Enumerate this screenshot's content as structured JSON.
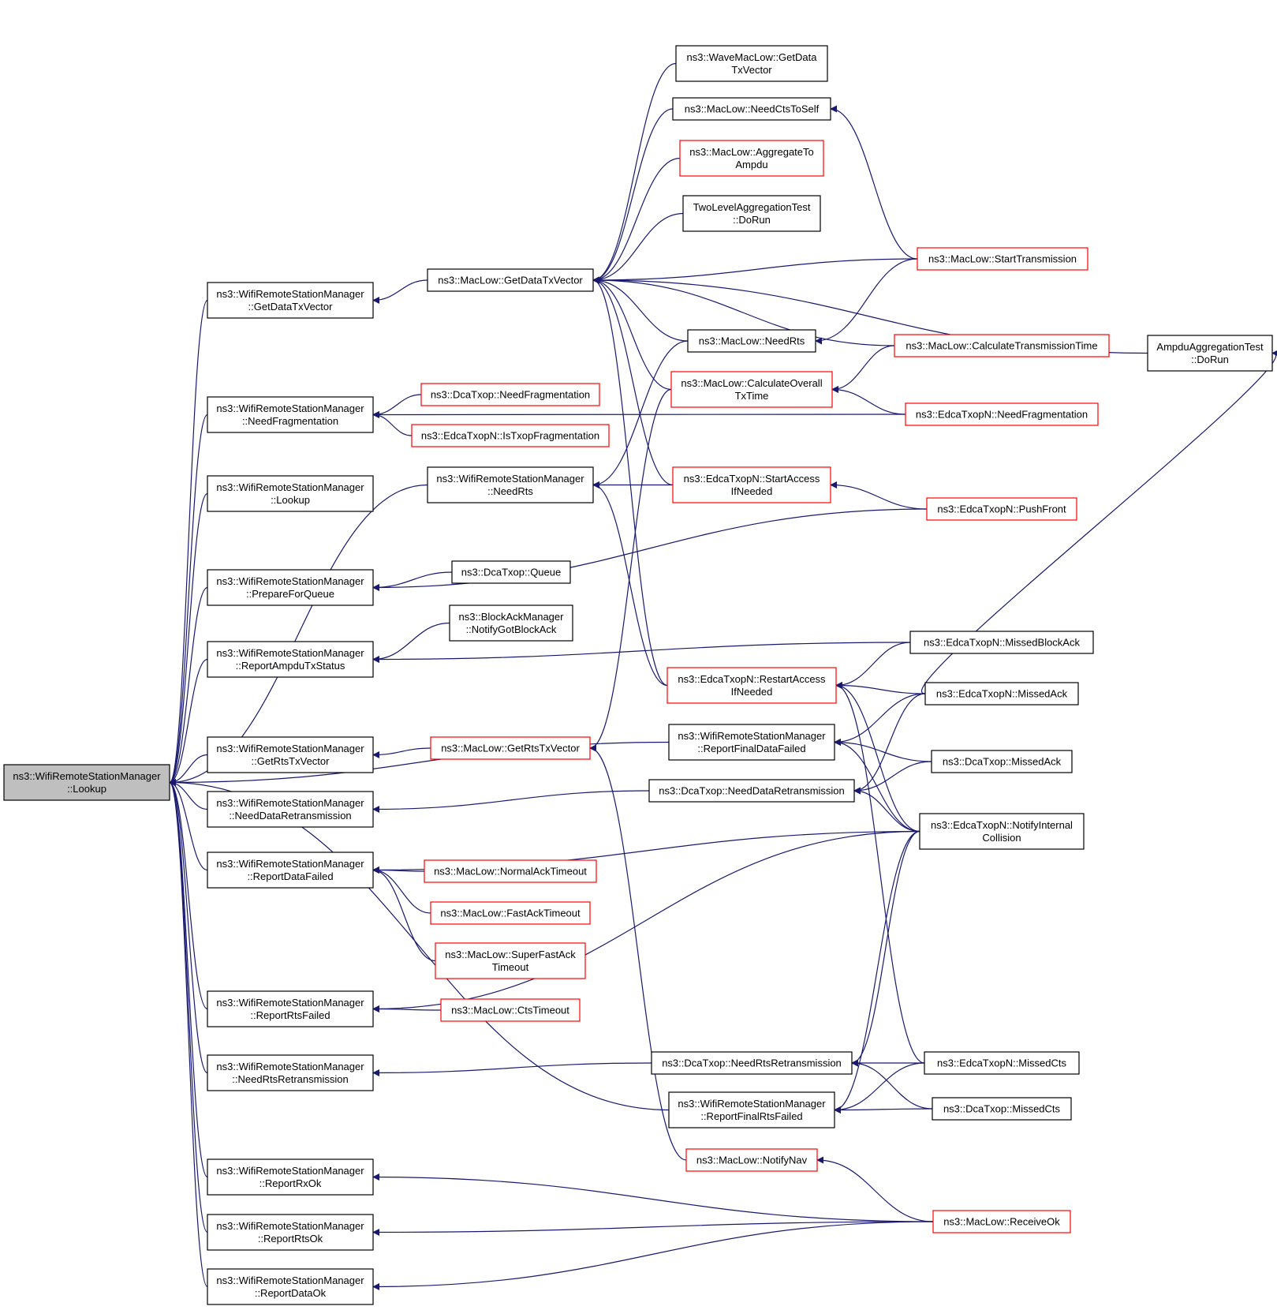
{
  "nodes": [
    {
      "id": "root",
      "lines": [
        "ns3::WifiRemoteStationManager",
        "::Lookup"
      ],
      "border": "gray"
    },
    {
      "id": "wrsm_getdatatx",
      "lines": [
        "ns3::WifiRemoteStationManager",
        "::GetDataTxVector"
      ],
      "border": "black"
    },
    {
      "id": "wrsm_needfrag",
      "lines": [
        "ns3::WifiRemoteStationManager",
        "::NeedFragmentation"
      ],
      "border": "black"
    },
    {
      "id": "wrsm_lookup",
      "lines": [
        "ns3::WifiRemoteStationManager",
        "::Lookup"
      ],
      "border": "black"
    },
    {
      "id": "wrsm_prepq",
      "lines": [
        "ns3::WifiRemoteStationManager",
        "::PrepareForQueue"
      ],
      "border": "black"
    },
    {
      "id": "wrsm_ampdu",
      "lines": [
        "ns3::WifiRemoteStationManager",
        "::ReportAmpduTxStatus"
      ],
      "border": "black"
    },
    {
      "id": "wrsm_getrts",
      "lines": [
        "ns3::WifiRemoteStationManager",
        "::GetRtsTxVector"
      ],
      "border": "black"
    },
    {
      "id": "wrsm_needdataretx",
      "lines": [
        "ns3::WifiRemoteStationManager",
        "::NeedDataRetransmission"
      ],
      "border": "black"
    },
    {
      "id": "wrsm_repdatafail",
      "lines": [
        "ns3::WifiRemoteStationManager",
        "::ReportDataFailed"
      ],
      "border": "black"
    },
    {
      "id": "wrsm_reprtsfail",
      "lines": [
        "ns3::WifiRemoteStationManager",
        "::ReportRtsFailed"
      ],
      "border": "black"
    },
    {
      "id": "wrsm_needrtsretx",
      "lines": [
        "ns3::WifiRemoteStationManager",
        "::NeedRtsRetransmission"
      ],
      "border": "black"
    },
    {
      "id": "wrsm_reprxok",
      "lines": [
        "ns3::WifiRemoteStationManager",
        "::ReportRxOk"
      ],
      "border": "black"
    },
    {
      "id": "wrsm_reprtsok",
      "lines": [
        "ns3::WifiRemoteStationManager",
        "::ReportRtsOk"
      ],
      "border": "black"
    },
    {
      "id": "wrsm_repdataok",
      "lines": [
        "ns3::WifiRemoteStationManager",
        "::ReportDataOk"
      ],
      "border": "black"
    },
    {
      "id": "maclow_getdatatx",
      "lines": [
        "ns3::MacLow::GetDataTxVector"
      ],
      "border": "black"
    },
    {
      "id": "dca_needfrag",
      "lines": [
        "ns3::DcaTxop::NeedFragmentation"
      ],
      "border": "red"
    },
    {
      "id": "edca_istxopfrag",
      "lines": [
        "ns3::EdcaTxopN::IsTxopFragmentation"
      ],
      "border": "red"
    },
    {
      "id": "wrsm_needrts",
      "lines": [
        "ns3::WifiRemoteStationManager",
        "::NeedRts"
      ],
      "border": "black"
    },
    {
      "id": "dca_queue",
      "lines": [
        "ns3::DcaTxop::Queue"
      ],
      "border": "black"
    },
    {
      "id": "bam_notify",
      "lines": [
        "ns3::BlockAckManager",
        "::NotifyGotBlockAck"
      ],
      "border": "black"
    },
    {
      "id": "maclow_getrtstx",
      "lines": [
        "ns3::MacLow::GetRtsTxVector"
      ],
      "border": "red"
    },
    {
      "id": "maclow_normalack",
      "lines": [
        "ns3::MacLow::NormalAckTimeout"
      ],
      "border": "red"
    },
    {
      "id": "maclow_fastack",
      "lines": [
        "ns3::MacLow::FastAckTimeout"
      ],
      "border": "red"
    },
    {
      "id": "maclow_superfast",
      "lines": [
        "ns3::MacLow::SuperFastAck",
        "Timeout"
      ],
      "border": "red"
    },
    {
      "id": "maclow_ctstimeout",
      "lines": [
        "ns3::MacLow::CtsTimeout"
      ],
      "border": "red"
    },
    {
      "id": "wave_getdata",
      "lines": [
        "ns3::WaveMacLow::GetData",
        "TxVector"
      ],
      "border": "black"
    },
    {
      "id": "maclow_needcts",
      "lines": [
        "ns3::MacLow::NeedCtsToSelf"
      ],
      "border": "black"
    },
    {
      "id": "maclow_aggregate",
      "lines": [
        "ns3::MacLow::AggregateTo",
        "Ampdu"
      ],
      "border": "red"
    },
    {
      "id": "twolevel_dorun",
      "lines": [
        "TwoLevelAggregationTest",
        "::DoRun"
      ],
      "border": "black"
    },
    {
      "id": "maclow_needrts",
      "lines": [
        "ns3::MacLow::NeedRts"
      ],
      "border": "black"
    },
    {
      "id": "maclow_calcoverall",
      "lines": [
        "ns3::MacLow::CalculateOverall",
        "TxTime"
      ],
      "border": "red"
    },
    {
      "id": "edca_startaccess",
      "lines": [
        "ns3::EdcaTxopN::StartAccess",
        "IfNeeded"
      ],
      "border": "red"
    },
    {
      "id": "edca_restartaccess",
      "lines": [
        "ns3::EdcaTxopN::RestartAccess",
        "IfNeeded"
      ],
      "border": "red"
    },
    {
      "id": "wrsm_repfinaldata",
      "lines": [
        "ns3::WifiRemoteStationManager",
        "::ReportFinalDataFailed"
      ],
      "border": "black"
    },
    {
      "id": "dca_needdataretx",
      "lines": [
        "ns3::DcaTxop::NeedDataRetransmission"
      ],
      "border": "black"
    },
    {
      "id": "dca_needrtsretx",
      "lines": [
        "ns3::DcaTxop::NeedRtsRetransmission"
      ],
      "border": "black"
    },
    {
      "id": "wrsm_repfinalrts",
      "lines": [
        "ns3::WifiRemoteStationManager",
        "::ReportFinalRtsFailed"
      ],
      "border": "black"
    },
    {
      "id": "maclow_notifynav",
      "lines": [
        "ns3::MacLow::NotifyNav"
      ],
      "border": "red"
    },
    {
      "id": "maclow_starttx",
      "lines": [
        "ns3::MacLow::StartTransmission"
      ],
      "border": "red"
    },
    {
      "id": "maclow_calctx",
      "lines": [
        "ns3::MacLow::CalculateTransmissionTime"
      ],
      "border": "red"
    },
    {
      "id": "edca_needfrag",
      "lines": [
        "ns3::EdcaTxopN::NeedFragmentation"
      ],
      "border": "red"
    },
    {
      "id": "edca_pushfront",
      "lines": [
        "ns3::EdcaTxopN::PushFront"
      ],
      "border": "red"
    },
    {
      "id": "edca_missedblockack",
      "lines": [
        "ns3::EdcaTxopN::MissedBlockAck"
      ],
      "border": "black"
    },
    {
      "id": "edca_missedack",
      "lines": [
        "ns3::EdcaTxopN::MissedAck"
      ],
      "border": "black"
    },
    {
      "id": "dca_missedack",
      "lines": [
        "ns3::DcaTxop::MissedAck"
      ],
      "border": "black"
    },
    {
      "id": "edca_notifyinternal",
      "lines": [
        "ns3::EdcaTxopN::NotifyInternal",
        "Collision"
      ],
      "border": "black"
    },
    {
      "id": "edca_missedcts",
      "lines": [
        "ns3::EdcaTxopN::MissedCts"
      ],
      "border": "black"
    },
    {
      "id": "dca_missedcts",
      "lines": [
        "ns3::DcaTxop::MissedCts"
      ],
      "border": "black"
    },
    {
      "id": "maclow_receiveok",
      "lines": [
        "ns3::MacLow::ReceiveOk"
      ],
      "border": "red"
    },
    {
      "id": "ampdu_dorun",
      "lines": [
        "AmpduAggregationTest",
        "::DoRun"
      ],
      "border": "black"
    }
  ],
  "edges": [
    [
      "wrsm_getdatatx",
      "root"
    ],
    [
      "wrsm_needfrag",
      "root"
    ],
    [
      "wrsm_lookup",
      "root"
    ],
    [
      "wrsm_prepq",
      "root"
    ],
    [
      "wrsm_ampdu",
      "root"
    ],
    [
      "wrsm_getrts",
      "root"
    ],
    [
      "wrsm_needdataretx",
      "root"
    ],
    [
      "wrsm_repdatafail",
      "root"
    ],
    [
      "wrsm_reprtsfail",
      "root"
    ],
    [
      "wrsm_needrtsretx",
      "root"
    ],
    [
      "wrsm_reprxok",
      "root"
    ],
    [
      "wrsm_reprtsok",
      "root"
    ],
    [
      "wrsm_repdataok",
      "root"
    ],
    [
      "wrsm_needrts",
      "root"
    ],
    [
      "wrsm_repfinaldata",
      "root"
    ],
    [
      "wrsm_repfinalrts",
      "root"
    ],
    [
      "maclow_getdatatx",
      "wrsm_getdatatx"
    ],
    [
      "dca_needfrag",
      "wrsm_needfrag"
    ],
    [
      "edca_istxopfrag",
      "wrsm_needfrag"
    ],
    [
      "edca_needfrag",
      "wrsm_needfrag"
    ],
    [
      "dca_queue",
      "wrsm_prepq"
    ],
    [
      "edca_pushfront",
      "wrsm_prepq"
    ],
    [
      "bam_notify",
      "wrsm_ampdu"
    ],
    [
      "edca_missedblockack",
      "wrsm_ampdu"
    ],
    [
      "maclow_getrtstx",
      "wrsm_getrts"
    ],
    [
      "dca_needdataretx",
      "wrsm_needdataretx"
    ],
    [
      "maclow_normalack",
      "wrsm_repdatafail"
    ],
    [
      "maclow_fastack",
      "wrsm_repdatafail"
    ],
    [
      "maclow_superfast",
      "wrsm_repdatafail"
    ],
    [
      "edca_notifyinternal",
      "wrsm_repdatafail"
    ],
    [
      "maclow_ctstimeout",
      "wrsm_reprtsfail"
    ],
    [
      "edca_notifyinternal",
      "wrsm_reprtsfail"
    ],
    [
      "dca_needrtsretx",
      "wrsm_needrtsretx"
    ],
    [
      "maclow_receiveok",
      "wrsm_reprxok"
    ],
    [
      "maclow_receiveok",
      "wrsm_reprtsok"
    ],
    [
      "maclow_receiveok",
      "wrsm_repdataok"
    ],
    [
      "wave_getdata",
      "maclow_getdatatx"
    ],
    [
      "maclow_needcts",
      "maclow_getdatatx"
    ],
    [
      "maclow_aggregate",
      "maclow_getdatatx"
    ],
    [
      "twolevel_dorun",
      "maclow_getdatatx"
    ],
    [
      "maclow_starttx",
      "maclow_getdatatx"
    ],
    [
      "maclow_needrts",
      "maclow_getdatatx"
    ],
    [
      "maclow_calcoverall",
      "maclow_getdatatx"
    ],
    [
      "maclow_calctx",
      "maclow_getdatatx"
    ],
    [
      "edca_startaccess",
      "maclow_getdatatx"
    ],
    [
      "edca_restartaccess",
      "maclow_getdatatx"
    ],
    [
      "ampdu_dorun",
      "maclow_getdatatx"
    ],
    [
      "maclow_needrts",
      "wrsm_needrts"
    ],
    [
      "edca_startaccess",
      "wrsm_needrts"
    ],
    [
      "edca_restartaccess",
      "wrsm_needrts"
    ],
    [
      "maclow_calcoverall",
      "maclow_getrtstx"
    ],
    [
      "maclow_notifynav",
      "maclow_getrtstx"
    ],
    [
      "maclow_starttx",
      "maclow_needcts"
    ],
    [
      "maclow_starttx",
      "maclow_needrts"
    ],
    [
      "maclow_calctx",
      "maclow_calcoverall"
    ],
    [
      "edca_needfrag",
      "maclow_calcoverall"
    ],
    [
      "edca_pushfront",
      "edca_startaccess"
    ],
    [
      "edca_missedblockack",
      "edca_restartaccess"
    ],
    [
      "edca_missedack",
      "edca_restartaccess"
    ],
    [
      "edca_notifyinternal",
      "edca_restartaccess"
    ],
    [
      "edca_missedcts",
      "edca_restartaccess"
    ],
    [
      "edca_missedack",
      "wrsm_repfinaldata"
    ],
    [
      "dca_missedack",
      "wrsm_repfinaldata"
    ],
    [
      "edca_notifyinternal",
      "wrsm_repfinaldata"
    ],
    [
      "edca_missedack",
      "dca_needdataretx"
    ],
    [
      "dca_missedack",
      "dca_needdataretx"
    ],
    [
      "edca_notifyinternal",
      "dca_needdataretx"
    ],
    [
      "edca_missedcts",
      "dca_needrtsretx"
    ],
    [
      "dca_missedcts",
      "dca_needrtsretx"
    ],
    [
      "edca_notifyinternal",
      "dca_needrtsretx"
    ],
    [
      "edca_missedcts",
      "wrsm_repfinalrts"
    ],
    [
      "dca_missedcts",
      "wrsm_repfinalrts"
    ],
    [
      "edca_notifyinternal",
      "wrsm_repfinalrts"
    ],
    [
      "maclow_receiveok",
      "maclow_notifynav"
    ],
    [
      "edca_missedack",
      "ampdu_dorun"
    ]
  ]
}
